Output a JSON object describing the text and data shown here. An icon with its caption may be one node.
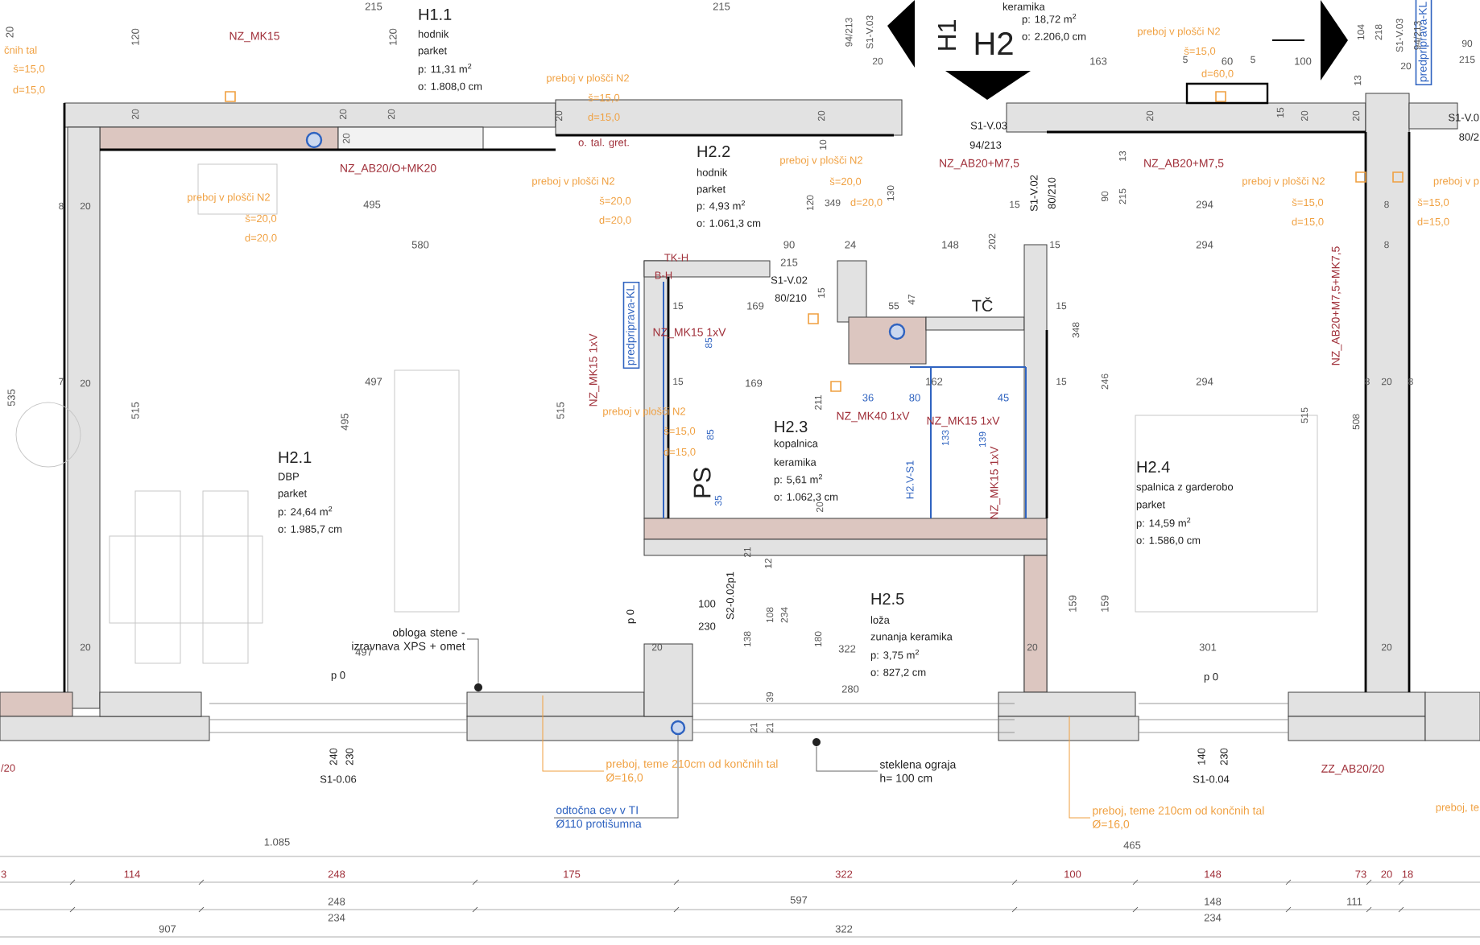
{
  "diagram": {
    "nodes": [
      {
        "text": [
          "predpriprava-KL"
        ]
      },
      {
        "text": [
          "predpriprava-KL"
        ]
      },
      {
        "text": [
          "obloga stene - izravnava XPS + omet"
        ]
      },
      {
        "text": [],
        "shape": "circle"
      },
      {
        "text": [
          "preboj, teme 210cm od končnih tal",
          "Ø=16,0"
        ]
      },
      {
        "text": [
          "odtočna cev v TI",
          "Ø110 protišumna"
        ]
      },
      {
        "text": [],
        "shape": "circle"
      },
      {
        "text": [
          "steklena ograja",
          "h= 100 cm"
        ]
      },
      {
        "text": [],
        "shape": "circle"
      },
      {
        "text": [
          "preboj, teme 210cm od končnih tal",
          "Ø=16,0"
        ]
      }
    ],
    "edges": [
      {
        "from": 2,
        "to": 3,
        "arrow": "none"
      },
      {
        "from": 4,
        "to": null,
        "arrow": "none",
        "color": "#f0a040"
      },
      {
        "from": 5,
        "to": 6,
        "arrow": "none"
      },
      {
        "from": 7,
        "to": 8,
        "arrow": "none"
      },
      {
        "from": 9,
        "to": null,
        "arrow": "none",
        "color": "#f0a040"
      }
    ],
    "labels": [
      "215",
      "215",
      "čnih tal",
      "š=15,0",
      "d=15,0",
      "20",
      "120",
      "NZ_MK15",
      "120",
      "H1.1",
      "hodnik",
      "parket",
      "p: 11,31 m$^{2}$",
      "o: 1.808,0 cm",
      "preboj v plošči N2",
      "š=15,0",
      "20",
      "20",
      "20",
      "20",
      "d=15,0",
      "20",
      "20",
      "o. tal. gret.",
      "NZ_AB20/O+MK20",
      "preboj v plošči N2",
      "š=20,0",
      "d=20,0",
      "495",
      "580",
      "8",
      "20",
      "H2.2",
      "hodnik",
      "parket",
      "p: 4,93 m$^{2}$",
      "o: 1.061,3 cm",
      "preboj v plošči N2",
      "š=20,0",
      "d=20,0",
      "preboj v plošči N2",
      "10",
      "š=20,0",
      "120",
      "349",
      "d=20,0",
      "130",
      "94/213",
      "S1-V.03",
      "20",
      "H1",
      "H2",
      "keramika",
      "p: 18,72 m$^{2}$",
      "o: 2.206,0 cm",
      "preboj v plošči N2",
      "š=15,0",
      "163",
      "5",
      "60",
      "5",
      "100",
      "d=60,0",
      "104",
      "218",
      "13",
      "S1-V.03",
      "94/213",
      "20",
      "90",
      "215",
      "S1-V.03",
      "94/213",
      "NZ_AB20+M7,5",
      "S1-V.0",
      "80/2",
      "20",
      "15",
      "20",
      "20",
      "NZ_AB20+M7,5",
      "13",
      "90",
      "215",
      "preboj v plošči N2",
      "š=15,0",
      "d=15,0",
      "preboj v p",
      "š=15,0",
      "d=15,0",
      "S1-V.02",
      "80/210",
      "15",
      "294",
      "8",
      "90",
      "24",
      "148",
      "202",
      "15",
      "294",
      "8",
      "215",
      "TK-H",
      "B-H",
      "S1-V.02",
      "80/210",
      "15",
      "15",
      "169",
      "55",
      "47",
      "TČ",
      "15",
      "348",
      "NZ_AB20+M7,5+MK7,5",
      "NZ_MK15 1xV",
      "NZ_MK15 1xV",
      "85",
      "15",
      "169",
      "162",
      "36",
      "80",
      "45",
      "15",
      "246",
      "294",
      "8",
      "20",
      "8",
      "515",
      "497",
      "535",
      "7",
      "20",
      "495",
      "515",
      "preboj v plošči N2",
      "š=15,0",
      "d=15,0",
      "211",
      "NZ_MK40 1xV",
      "NZ_MK15 1xV",
      "85",
      "515",
      "508",
      "H2.3",
      "kopalnica",
      "keramika",
      "p: 5,61 m$^{2}$",
      "o: 1.062,3 cm",
      "133",
      "139",
      "H2.V-S1",
      "NZ_MK15 1xV",
      "PS",
      "35",
      "H2.1",
      "DBP",
      "parket",
      "p: 24,64 m$^{2}$",
      "o: 1.985,7 cm",
      "H2.4",
      "spalnica z garderobo",
      "parket",
      "p: 14,59 m$^{2}$",
      "o: 1.586,0 cm",
      "20",
      "21",
      "12",
      "159",
      "159",
      "p 0",
      "100",
      "230",
      "S2-0.02p1",
      "138",
      "108",
      "234",
      "20",
      "497",
      "20",
      "180",
      "322",
      "H2.5",
      "loža",
      "zunanja keramika",
      "p: 3,75 m$^{2}$",
      "o: 827,2 cm",
      "20",
      "301",
      "20",
      "280",
      "39",
      "p 0",
      "p 0",
      "21",
      "21",
      "240",
      "230",
      "140",
      "230",
      "/20",
      "S1-0.06",
      "S1-0.04",
      "ZZ_AB20/20",
      "preboj, te",
      "465",
      "1.085",
      "3",
      "114",
      "248",
      "175",
      "322",
      "100",
      "148",
      "73",
      "20",
      "18",
      "248",
      "597",
      "148",
      "111",
      "234",
      "234",
      "907",
      "322"
    ]
  }
}
